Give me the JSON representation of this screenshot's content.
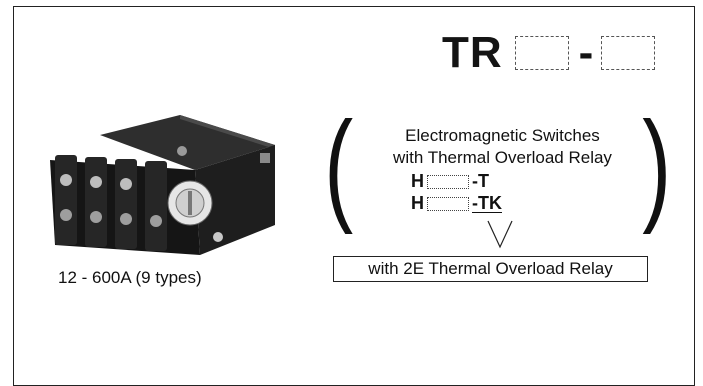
{
  "title": {
    "prefix": "TR",
    "separator": "-"
  },
  "product": {
    "caption": "12 - 600A (9 types)"
  },
  "description": {
    "line1": "Electromagnetic Switches",
    "line2": "with Thermal Overload Relay",
    "models": [
      {
        "prefix": "H",
        "suffix": "-T"
      },
      {
        "prefix": "H",
        "suffix": "-TK"
      }
    ],
    "note": "with 2E Thermal Overload Relay"
  },
  "colors": {
    "text": "#111111",
    "background": "#ffffff",
    "border": "#222222"
  }
}
